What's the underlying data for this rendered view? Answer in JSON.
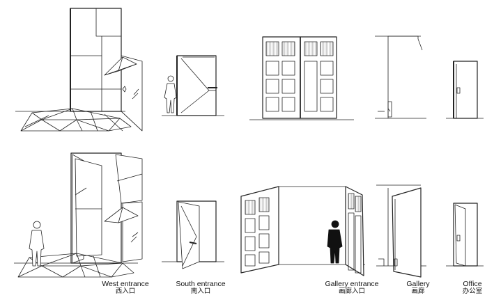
{
  "labels": [
    {
      "en": "West entrance",
      "zh": "西入口"
    },
    {
      "en": "South entrance",
      "zh": "南入口"
    },
    {
      "en": "Gallery entrance",
      "zh": "画廊入口"
    },
    {
      "en": "Gallery",
      "zh": "画廊"
    },
    {
      "en": "Office",
      "zh": "办公室"
    }
  ],
  "colors": {
    "line": "#222222",
    "person_fill": "#111111",
    "hatch": "#999999"
  }
}
